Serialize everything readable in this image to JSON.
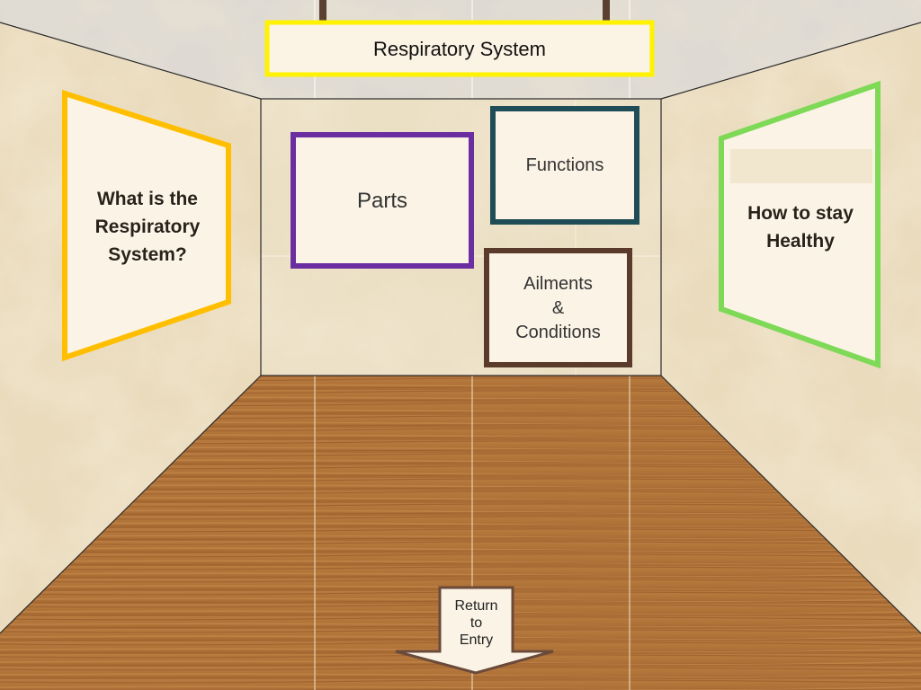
{
  "title": "Respiratory System",
  "left_panel": {
    "lines": [
      "What is the",
      "Respiratory",
      "System?"
    ]
  },
  "right_panel": {
    "lines": [
      "How to stay",
      "Healthy"
    ]
  },
  "parts": {
    "label": "Parts"
  },
  "functions": {
    "label": "Functions"
  },
  "ailments": {
    "lines": [
      "Ailments",
      "&",
      "Conditions"
    ]
  },
  "exit": {
    "lines": [
      "Return",
      "to",
      "Entry"
    ]
  },
  "colors": {
    "title_frame": "#fff200",
    "left_frame": "#ffbf00",
    "right_frame": "#7ed957",
    "parts_frame": "#6a2ea0",
    "functions_frame": "#1f4d57",
    "ailments_frame": "#5a3a2a",
    "exit_arrow": "#6b4a3a",
    "floor": "#b4773f",
    "wall": "#eadcbf",
    "ceiling": "#dcd9d2"
  }
}
